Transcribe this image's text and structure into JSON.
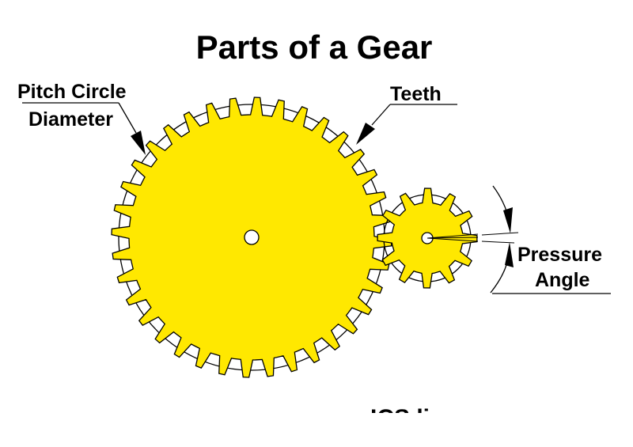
{
  "title": "Parts of a Gear",
  "labels": {
    "pitch_circle_line1": "Pitch Circle",
    "pitch_circle_line2": "Diameter",
    "teeth": "Teeth",
    "pressure_line1": "Pressure",
    "pressure_line2": "Angle"
  },
  "cut_off_text": "ICS line",
  "colors": {
    "gear_fill": "#FFE800",
    "outline": "#000000",
    "background": "#FFFFFF"
  },
  "gears": {
    "large": {
      "teeth": 36
    },
    "small": {
      "teeth": 12
    }
  }
}
